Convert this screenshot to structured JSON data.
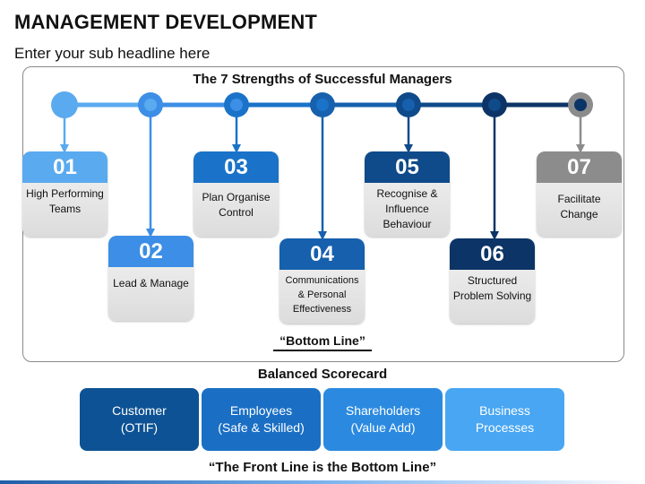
{
  "header": {
    "title": "MANAGEMENT DEVELOPMENT",
    "subtitle": "Enter your sub headline here"
  },
  "diagram": {
    "title": "The 7 Strengths of Successful Managers",
    "steps": [
      {
        "number": "01",
        "label": "High Performing Teams",
        "color": "#5aaaf0"
      },
      {
        "number": "02",
        "label": "Lead & Manage",
        "color": "#3c8ee6"
      },
      {
        "number": "03",
        "label": "Plan Organise Control",
        "color": "#1a73c8"
      },
      {
        "number": "04",
        "label": "Communications & Personal Effectiveness",
        "color": "#1660ad"
      },
      {
        "number": "05",
        "label": "Recognise & Influence Behaviour",
        "color": "#0f4a8a"
      },
      {
        "number": "06",
        "label": "Structured Problem Solving",
        "color": "#0c3466"
      },
      {
        "number": "07",
        "label": "Facilitate Change",
        "color": "#8c8c8c"
      }
    ],
    "bottom_line_label": "“Bottom Line”"
  },
  "scorecard": {
    "title": "Balanced Scorecard",
    "boxes": [
      {
        "line1": "Customer",
        "line2": "(OTIF)",
        "color": "#0d5294"
      },
      {
        "line1": "Employees",
        "line2": "(Safe & Skilled)",
        "color": "#1a6fc4"
      },
      {
        "line1": "Shareholders",
        "line2": "(Value Add)",
        "color": "#2b8ae0"
      },
      {
        "line1": "Business",
        "line2": "Processes",
        "color": "#48a6f2"
      }
    ]
  },
  "footer": {
    "text": "“The Front Line is the Bottom Line”"
  }
}
